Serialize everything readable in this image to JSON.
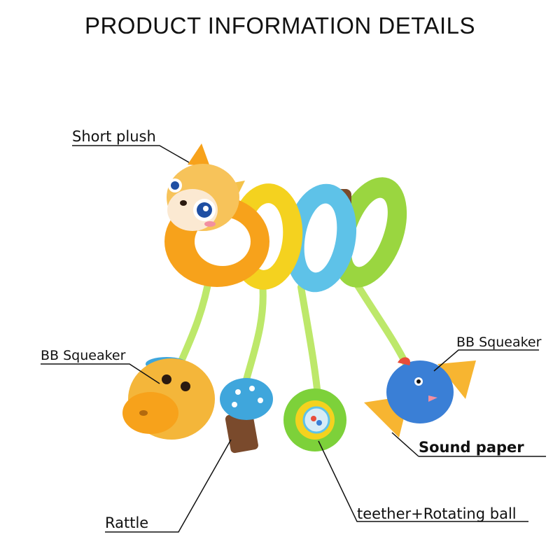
{
  "page": {
    "title": "PRODUCT INFORMATION DETAILS"
  },
  "labels": {
    "short_plush": "Short plush",
    "bb_squeaker_left": "BB Squeaker",
    "bb_squeaker_right": "BB Squeaker",
    "sound_paper": "Sound paper",
    "rattle": "Rattle",
    "teether": "teether+Rotating ball"
  },
  "colors": {
    "orange": "#f7a21b",
    "yellow": "#f4d21f",
    "blue": "#5ec2e8",
    "green": "#9ad640",
    "strap": "#bde86a",
    "bird_blue": "#3a7fd6",
    "mushroom": "#3fa6dc",
    "stem": "#7a4a2c",
    "line": "#111111"
  }
}
